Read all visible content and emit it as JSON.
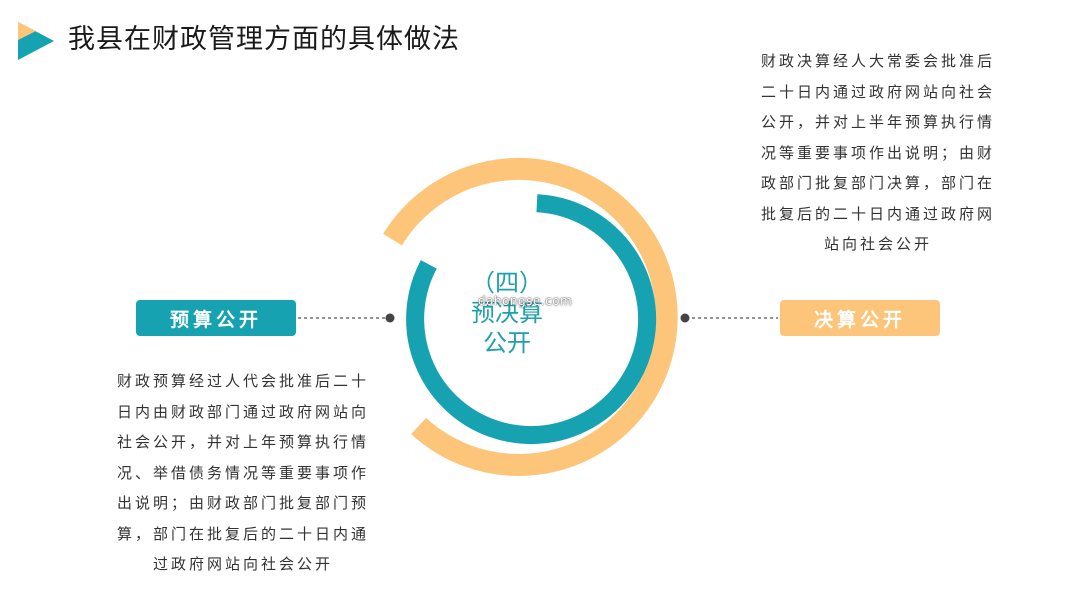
{
  "header": {
    "title": "我县在财政管理方面的具体做法"
  },
  "center": {
    "line1": "（四）",
    "line2": "预决算",
    "line3": "公开"
  },
  "watermark": "dahongse.com",
  "left_item": {
    "label": "预算公开",
    "description_lines": [
      "财政预算经过人代会批准后二十",
      "日内由财政部门通过政府网站向",
      "社会公开，并对上年预算执行情",
      "况、举借债务情况等重要事项作",
      "出说明；由财政部门批复部门预",
      "算，部门在批复后的二十日内通",
      "过政府网站向社会公开"
    ]
  },
  "right_item": {
    "label": "决算公开",
    "description_lines": [
      "财政决算经人大常委会批准后",
      "二十日内通过政府网站向社会",
      "公开，并对上半年预算执行情",
      "况等重要事项作出说明；由财",
      "政部门批复部门决算，部门在",
      "批复后的二十日内通过政府网",
      "站向社会公开"
    ]
  },
  "colors": {
    "teal": "#17a2b1",
    "orange": "#fcc57a",
    "connector": "#555555"
  }
}
